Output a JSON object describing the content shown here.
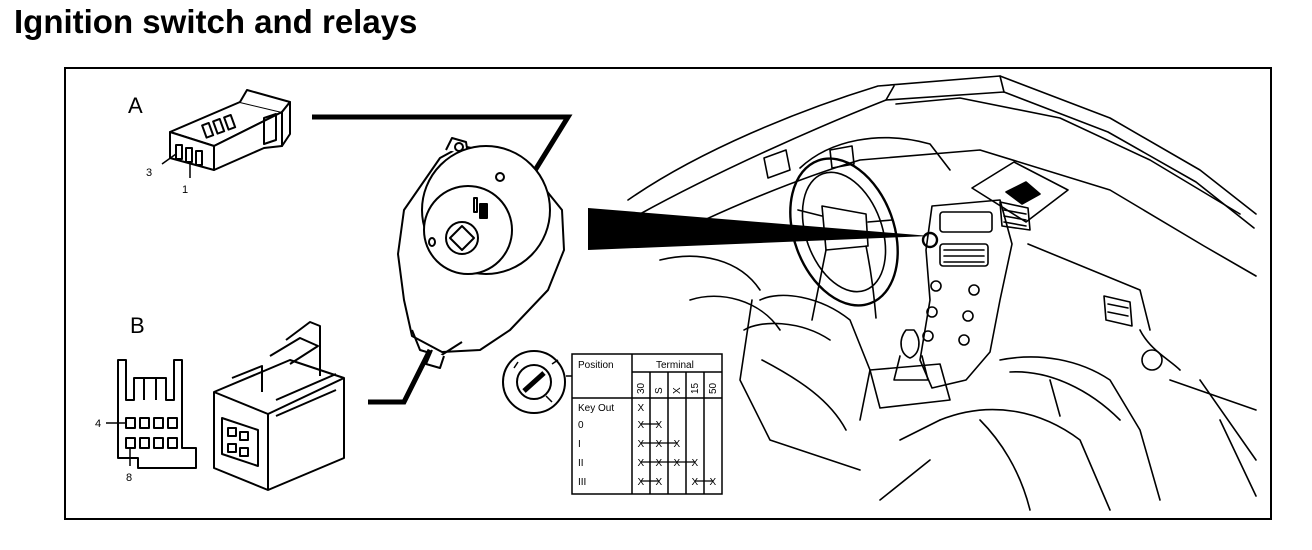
{
  "title": "Ignition switch and relays",
  "connector_a": {
    "label": "A",
    "pins": [
      "3",
      "1"
    ]
  },
  "connector_b": {
    "label": "B",
    "pins": [
      "4",
      "8"
    ]
  },
  "terminal_table": {
    "position_header": "Position",
    "terminal_header": "Terminal",
    "terminals": [
      "30",
      "S",
      "X",
      "15",
      "50"
    ],
    "rows": [
      {
        "position": "Key Out",
        "marks": [
          "X",
          "",
          "",
          "",
          ""
        ]
      },
      {
        "position": "0",
        "marks": [
          "X",
          "X",
          "",
          "",
          ""
        ]
      },
      {
        "position": "I",
        "marks": [
          "X",
          "X",
          "X",
          "",
          ""
        ]
      },
      {
        "position": "II",
        "marks": [
          "X",
          "X",
          "X",
          "X",
          ""
        ]
      },
      {
        "position": "III",
        "marks": [
          "X",
          "X",
          "",
          "X",
          "X"
        ]
      }
    ]
  }
}
